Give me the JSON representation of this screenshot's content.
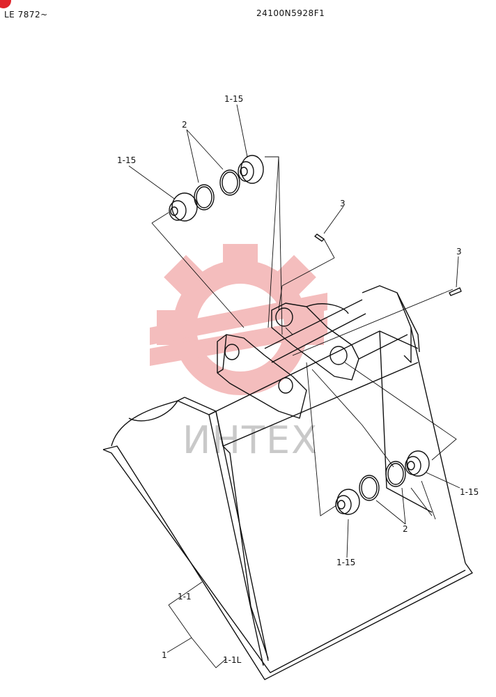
{
  "header": {
    "left": "LE 7872~",
    "center": "24100N5928F1"
  },
  "watermark": {
    "text": "ИНТЕХ",
    "color": "#f3b2b2"
  },
  "callouts": {
    "c1_15_top": "1-15",
    "c1_15_left": "1-15",
    "c2_top": "2",
    "c3_a": "3",
    "c3_b": "3",
    "c1_15_right": "1-15",
    "c2_bottom": "2",
    "c1_15_bottom": "1-15",
    "c1_1": "1-1",
    "c1": "1",
    "c1_1L": "1-1L"
  },
  "colors": {
    "badge": "#e0242b",
    "line": "#111111"
  }
}
